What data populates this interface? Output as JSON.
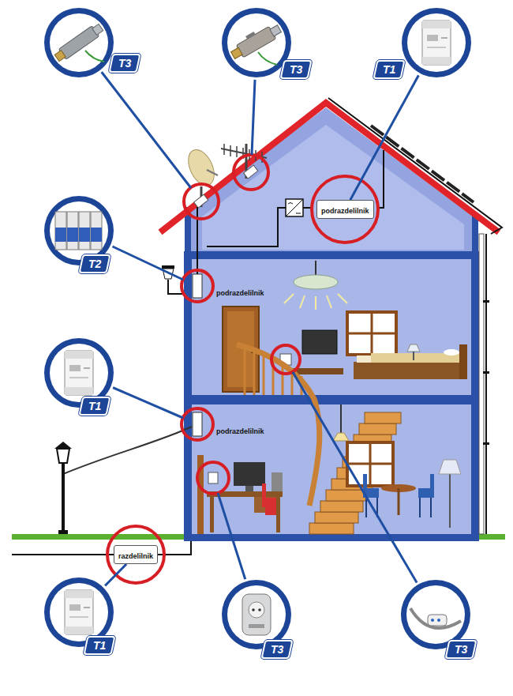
{
  "diagram": {
    "nodes": [
      {
        "text": [
          "T3"
        ]
      },
      {
        "text": [
          "T3"
        ]
      },
      {
        "text": [
          "T1"
        ]
      },
      {
        "text": [
          "podrazdelilnik"
        ]
      },
      {
        "text": [
          "T2"
        ]
      },
      {
        "text": [
          "T1"
        ]
      },
      {
        "text": [
          "T1"
        ]
      },
      {
        "text": [
          "T3"
        ]
      },
      {
        "text": [
          "T3"
        ]
      },
      {
        "text": [
          "razdelilnik"
        ]
      }
    ],
    "edges": [
      {
        "from": 2,
        "to": 3,
        "arrow": "none"
      },
      {
        "from": 6,
        "to": 9,
        "arrow": "none"
      }
    ],
    "labels": [
      "podrazdelilnik",
      "podrazdelilnik"
    ]
  }
}
